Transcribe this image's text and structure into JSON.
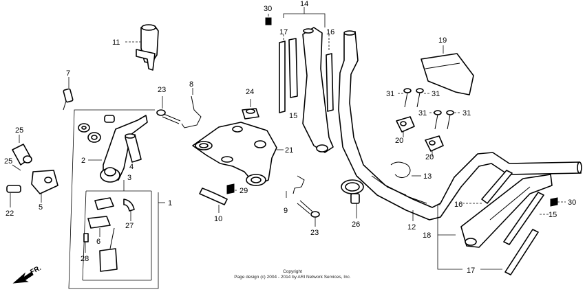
{
  "callouts": {
    "p1": "1",
    "p2": "2",
    "p3": "3",
    "p4": "4",
    "p5": "5",
    "p6": "6",
    "p7": "7",
    "p8": "8",
    "p9": "9",
    "p10": "10",
    "p11": "11",
    "p12": "12",
    "p13": "13",
    "p14": "14",
    "p15a": "15",
    "p15b": "15",
    "p16a": "16",
    "p16b": "16",
    "p17a": "17",
    "p17b": "17",
    "p18": "18",
    "p19": "19",
    "p20a": "20",
    "p20b": "20",
    "p21": "21",
    "p22": "22",
    "p23a": "23",
    "p23b": "23",
    "p24": "24",
    "p25a": "25",
    "p25b": "25",
    "p26": "26",
    "p27": "27",
    "p28": "28",
    "p29": "29",
    "p30a": "30",
    "p30b": "30",
    "p31a": "31",
    "p31b": "31",
    "p31c": "31",
    "p31d": "31"
  },
  "direction_label": "FR.",
  "copyright": {
    "line1": "Copyright",
    "line2": "Page design (c) 2004 - 2014 by ARI Network Services, Inc."
  }
}
